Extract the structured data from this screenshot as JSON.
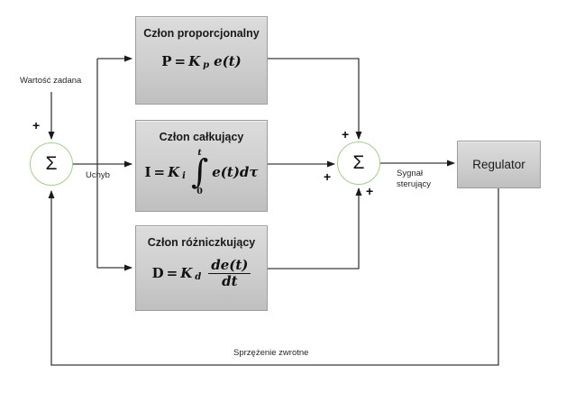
{
  "labels": {
    "setpoint": "Wartość zadana",
    "error": "Uchyb",
    "control_signal_1": "Sygnał",
    "control_signal_2": "sterujący",
    "feedback": "Sprzężenie zwrotne"
  },
  "signs": {
    "plus": "+"
  },
  "sums": {
    "symbol": "Σ"
  },
  "blocks": {
    "proportional": {
      "title": "Człon proporcjonalny",
      "formula": {
        "lhs": "P",
        "eq": "=",
        "coef": "K",
        "coef_sub": "p",
        "rhs": "e(t)"
      }
    },
    "integral": {
      "title": "Człon całkujący",
      "formula": {
        "lhs": "I",
        "eq": "=",
        "coef": "K",
        "coef_sub": "i",
        "int_upper": "t",
        "int_sign": "∫",
        "int_lower": "0",
        "rhs": "e(t)dτ"
      }
    },
    "derivative": {
      "title": "Człon różniczkujący",
      "formula": {
        "lhs": "D",
        "eq": "=",
        "coef": "K",
        "coef_sub": "d",
        "num": "de(t)",
        "den": "dt"
      }
    },
    "regulator": {
      "title": "Regulator"
    }
  },
  "colors": {
    "sum_circle_border": "#a3ce89",
    "block_border": "#9d9d9d",
    "block_fill_top": "#dcdcdc",
    "block_fill_bottom": "#bfbfbf",
    "wire": "#3a3a3a",
    "background": "#ffffff"
  }
}
